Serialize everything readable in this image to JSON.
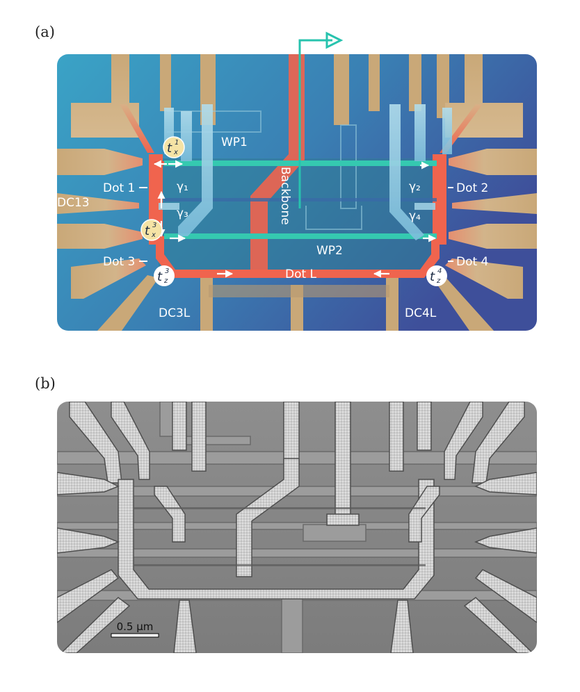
{
  "panels": {
    "a": {
      "letter": "(a)"
    },
    "b": {
      "letter": "(b)"
    }
  },
  "labels": {
    "wp1": "WP1",
    "wp2": "WP2",
    "backbone": "Backbone",
    "dot1": "Dot 1",
    "dot2": "Dot 2",
    "dot3": "Dot 3",
    "dot4": "Dot 4",
    "dotL": "Dot L",
    "dc13": "DC13",
    "dc3l": "DC3L",
    "dc4l": "DC4L",
    "g1": "γ₁",
    "g2": "γ₂",
    "g3": "γ₃",
    "g4": "γ₄"
  },
  "couplings": {
    "tx1": {
      "base": "t",
      "sub": "x",
      "sup": "1"
    },
    "tx3": {
      "base": "t",
      "sub": "x",
      "sup": "3"
    },
    "tz3": {
      "base": "t",
      "sub": "z",
      "sup": "3"
    },
    "tz4": {
      "base": "t",
      "sub": "z",
      "sup": "4"
    }
  },
  "scalebar": {
    "label": "0.5 µm"
  },
  "colors": {
    "substrate_left": "#3aa2c4",
    "substrate_right": "#3f5a9e",
    "gold": "#c8a779",
    "red_gate": "#f0644e",
    "wire": "#35c9b0",
    "blue_gate": "#9fd0e4",
    "badge_yellow": "#f5e3a5",
    "sem_gray": "#8a8a8a"
  }
}
